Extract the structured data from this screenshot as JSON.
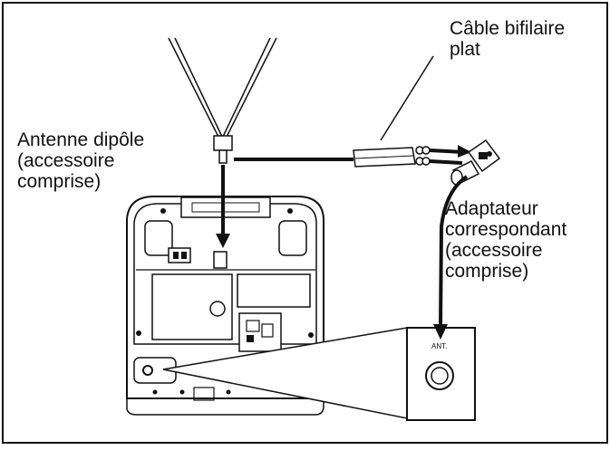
{
  "labels": {
    "flat_cable": "Câble bifilaire\nplat",
    "dipole_antenna": "Antenne dipôle\n(accessoire\ncomprise)",
    "matching_adapter": "Adaptateur\ncorrespondant\n(accessoire\ncomprise)",
    "ant_port": "ANT."
  }
}
